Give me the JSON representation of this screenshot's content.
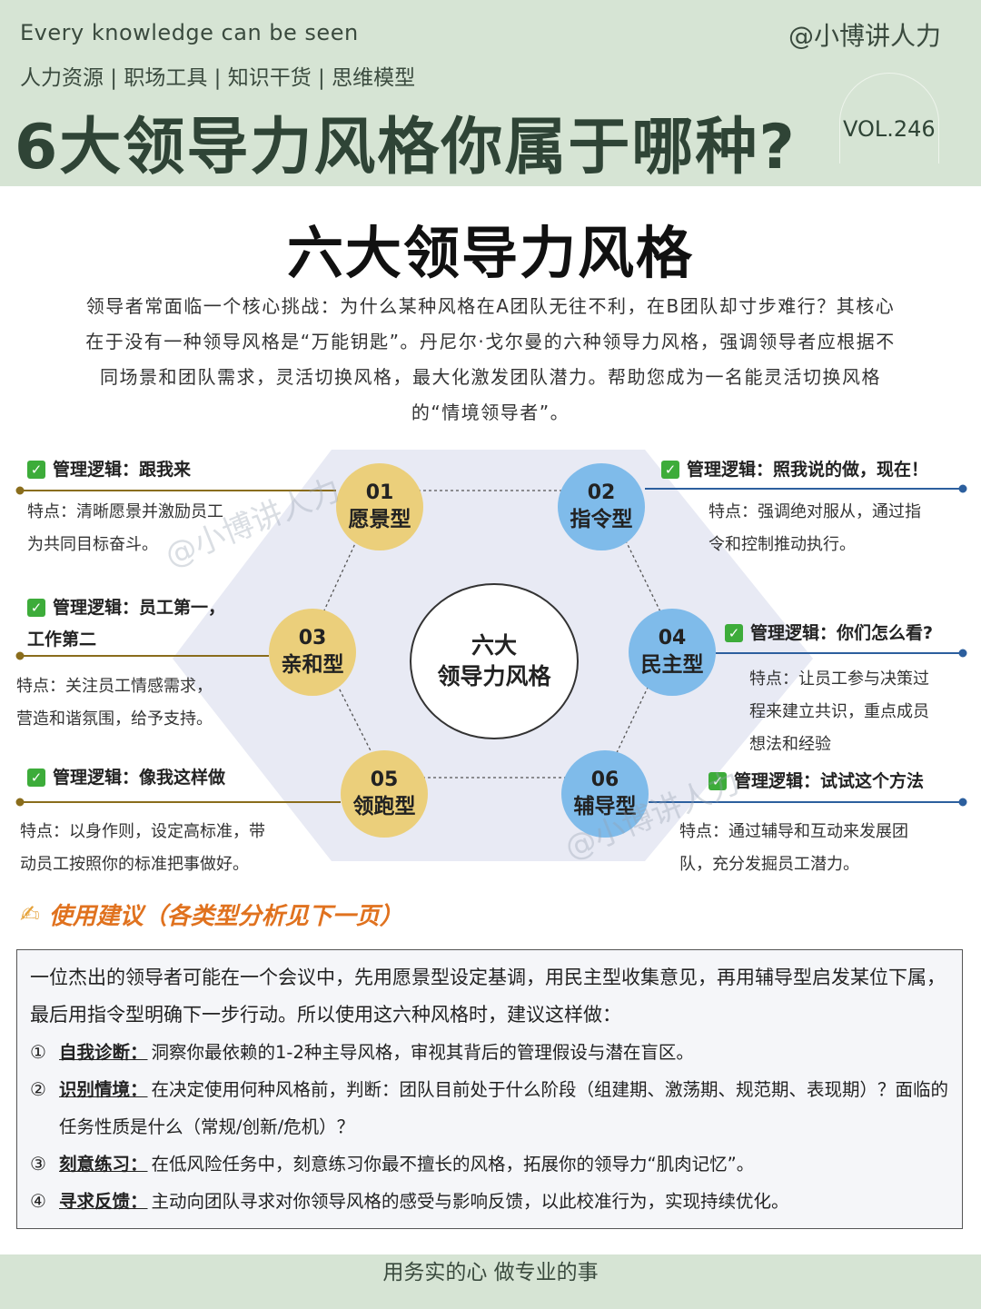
{
  "header": {
    "tagline": "Every knowledge can be seen",
    "handle": "@小博讲人力",
    "categories": "人力资源 | 职场工具 | 知识干货 | 思维模型",
    "title": "6大领导力风格你属于哪种?",
    "vol": "VOL.246"
  },
  "section_title": "六大领导力风格",
  "intro": "领导者常面临一个核心挑战：为什么某种风格在A团队无往不利，在B团队却寸步难行？其核心在于没有一种领导风格是“万能钥匙”。丹尼尔·戈尔曼的六种领导力风格，强调领导者应根据不同场景和团队需求，灵活切换风格，最大化激发团队潜力。帮助您成为一名能灵活切换风格的“情境领导者”。",
  "diagram": {
    "center": {
      "line1": "六大",
      "line2": "领导力风格"
    },
    "styles": [
      {
        "num": "01",
        "name": "愿景型",
        "logic": "管理逻辑：跟我来",
        "feature_lines": [
          "特点：清晰愿景并激励员工",
          "为共同目标奋斗。"
        ]
      },
      {
        "num": "02",
        "name": "指令型",
        "logic": "管理逻辑：照我说的做，现在！",
        "feature_lines": [
          "特点：强调绝对服从，通过指",
          "令和控制推动执行。"
        ]
      },
      {
        "num": "03",
        "name": "亲和型",
        "logic_lines": [
          "管理逻辑：员工第一，",
          "工作第二"
        ],
        "feature_lines": [
          "特点：关注员工情感需求，",
          "营造和谐氛围，给予支持。"
        ]
      },
      {
        "num": "04",
        "name": "民主型",
        "logic": "管理逻辑：你们怎么看?",
        "feature_lines": [
          "特点：让员工参与决策过",
          "程来建立共识，重点成员",
          "想法和经验"
        ]
      },
      {
        "num": "05",
        "name": "领跑型",
        "logic": "管理逻辑：像我这样做",
        "feature_lines": [
          "特点：以身作则，设定高标准，带",
          "动员工按照你的标准把事做好。"
        ]
      },
      {
        "num": "06",
        "name": "辅导型",
        "logic": "管理逻辑：试试这个方法",
        "feature_lines": [
          "特点：通过辅导和互动来发展团",
          "队，充分发掘员工潜力。"
        ]
      }
    ]
  },
  "watermark": "@小博讲人力",
  "suggestions": {
    "title": "使用建议（各类型分析见下一页）",
    "intro": "一位杰出的领导者可能在一个会议中，先用愿景型设定基调，用民主型收集意见，再用辅导型启发某位下属，最后用指令型明确下一步行动。所以使用这六种风格时，建议这样做：",
    "items": [
      {
        "idx": "①",
        "label": "自我诊断：",
        "text": "洞察你最依赖的1-2种主导风格，审视其背后的管理假设与潜在盲区。"
      },
      {
        "idx": "②",
        "label": "识别情境：",
        "text": "在决定使用何种风格前，判断：团队目前处于什么阶段（组建期、激荡期、规范期、表现期）？面临的任务性质是什么（常规/创新/危机）？"
      },
      {
        "idx": "③",
        "label": "刻意练习：",
        "text": "在低风险任务中，刻意练习你最不擅长的风格，拓展你的领导力“肌肉记忆”。"
      },
      {
        "idx": "④",
        "label": "寻求反馈：",
        "text": "主动向团队寻求对你领导风格的感受与影响反馈，以此校准行为，实现持续优化。"
      }
    ]
  },
  "footer": "用务实的心 做专业的事",
  "colors": {
    "header_bg": "#d6e4d4",
    "yellow_node": "#ebcf7b",
    "blue_node": "#7fbbea",
    "gold_line": "#8a6d1c",
    "blue_line": "#2c5f9e",
    "accent_orange": "#e0721f",
    "check_green": "#3dac3a"
  }
}
